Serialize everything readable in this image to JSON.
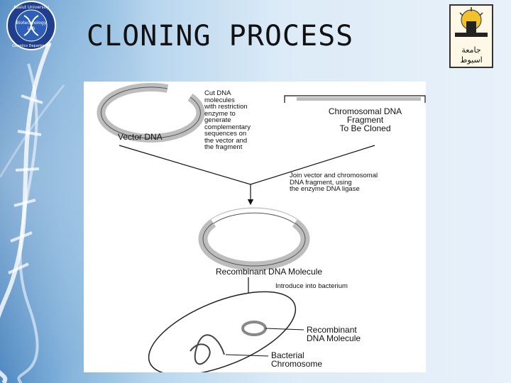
{
  "slide": {
    "title": "CLONING PROCESS",
    "logo_left_text": [
      "Assiut University",
      "Biotechnology",
      "Lab",
      "Genetics Department"
    ],
    "logo_right_text": "جامعة اسيوط"
  },
  "diagram": {
    "vector_label": "Vector DNA",
    "cut_note": [
      "Cut DNA",
      "molecules",
      "with restriction",
      "enzyme to",
      "generate",
      "complementary",
      "sequences on",
      "the vector and",
      "the fragment"
    ],
    "fragment_label": [
      "Chromosomal DNA",
      "Fragment",
      "To Be Cloned"
    ],
    "join_note": [
      "Join vector and chromosomal",
      "DNA fragment, using",
      "the enzyme DNA ligase"
    ],
    "recombinant_label": "Recombinant DNA Molecule",
    "introduce_note": "Introduce into bacterium",
    "recombinant_label_2": [
      "Recombinant",
      "DNA Molecule"
    ],
    "bacterial_label": [
      "Bacterial",
      "Chromosome"
    ]
  },
  "colors": {
    "accent_blue": "#4f89c2",
    "dna_gray": "#b9b9b9"
  }
}
